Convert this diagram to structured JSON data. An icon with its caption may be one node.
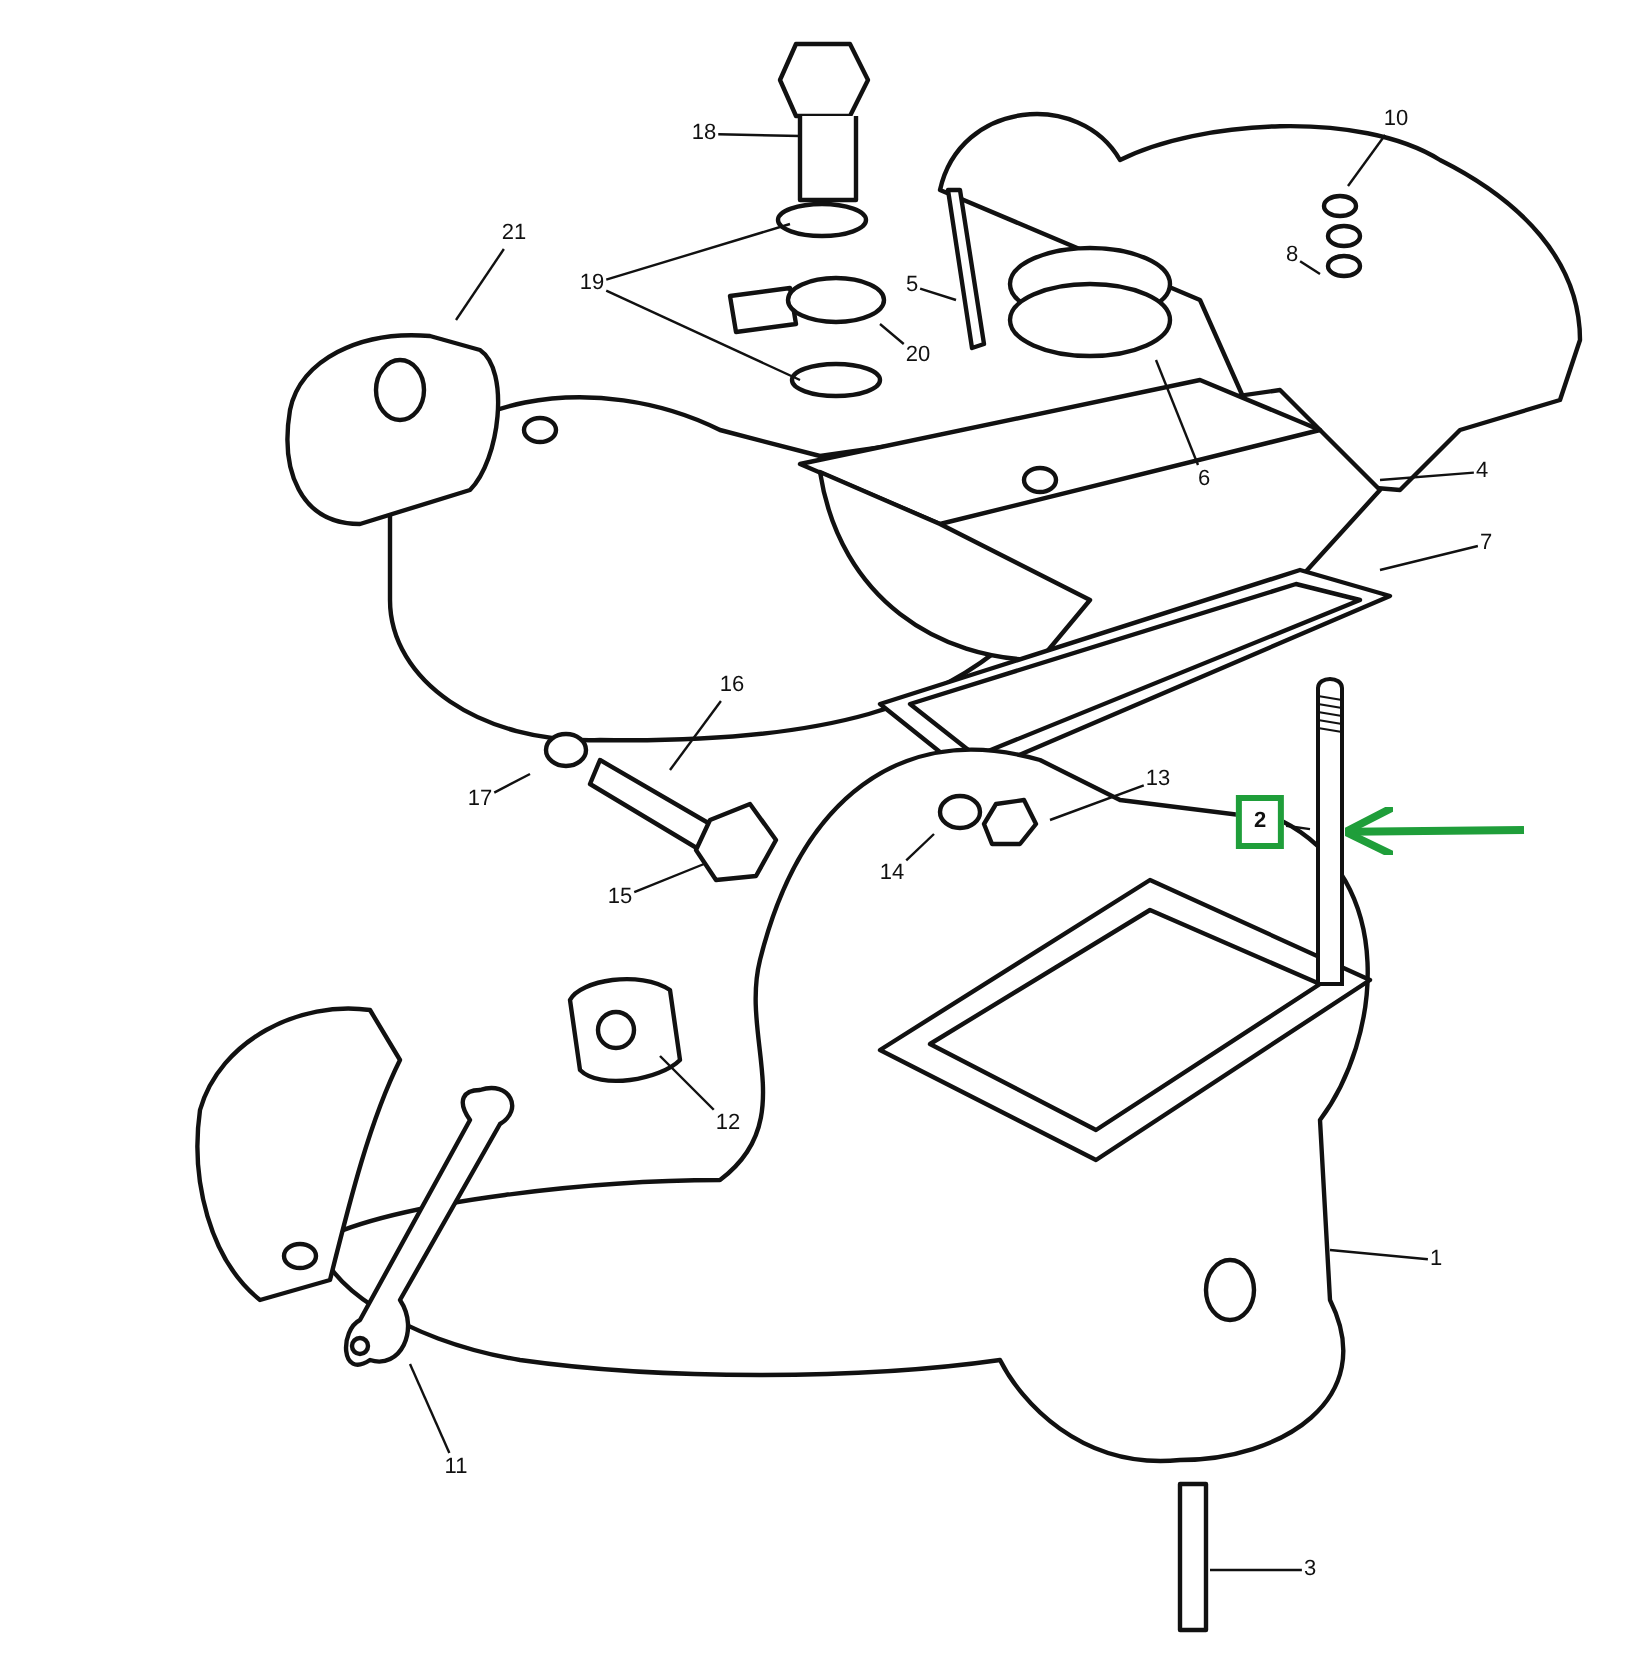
{
  "diagram": {
    "nodes": [
      {
        "text": [
          "18"
        ]
      },
      {
        "text": [
          "10"
        ]
      },
      {
        "text": [
          "21"
        ]
      },
      {
        "text": [
          "19"
        ]
      },
      {
        "text": [
          "5"
        ]
      },
      {
        "text": [
          "8"
        ]
      },
      {
        "text": [
          "20"
        ]
      },
      {
        "text": [
          "6"
        ]
      },
      {
        "text": [
          "4"
        ]
      },
      {
        "text": [
          "7"
        ]
      },
      {
        "text": [
          "16"
        ]
      },
      {
        "text": [
          "13"
        ]
      },
      {
        "text": [
          "2"
        ]
      },
      {
        "text": [
          "17"
        ]
      },
      {
        "text": [
          "14"
        ]
      },
      {
        "text": [
          "15"
        ]
      },
      {
        "text": [
          "12"
        ]
      },
      {
        "text": [
          "1"
        ]
      },
      {
        "text": [
          "11"
        ]
      },
      {
        "text": [
          "3"
        ]
      },
      {
        "text": [],
        "shape": "picture"
      }
    ],
    "edges": [
      {
        "from": 0,
        "to": null,
        "arrow": "none"
      },
      {
        "from": 1,
        "to": null,
        "arrow": "none"
      },
      {
        "from": 2,
        "to": null,
        "arrow": "none"
      },
      {
        "from": 3,
        "to": null,
        "arrow": "none"
      },
      {
        "from": 3,
        "to": null,
        "arrow": "none"
      },
      {
        "from": 4,
        "to": null,
        "arrow": "none"
      },
      {
        "from": 5,
        "to": null,
        "arrow": "none"
      },
      {
        "from": 6,
        "to": null,
        "arrow": "none"
      },
      {
        "from": 7,
        "to": null,
        "arrow": "none"
      },
      {
        "from": 8,
        "to": null,
        "arrow": "none"
      },
      {
        "from": 9,
        "to": null,
        "arrow": "none"
      },
      {
        "from": 10,
        "to": null,
        "arrow": "none"
      },
      {
        "from": 11,
        "to": null,
        "arrow": "none"
      },
      {
        "from": 12,
        "to": 20,
        "arrow": "none"
      },
      {
        "from": 13,
        "to": null,
        "arrow": "none"
      },
      {
        "from": 14,
        "to": null,
        "arrow": "none"
      },
      {
        "from": 15,
        "to": null,
        "arrow": "none"
      },
      {
        "from": 16,
        "to": null,
        "arrow": "none"
      },
      {
        "from": 17,
        "to": null,
        "arrow": "none"
      },
      {
        "from": 18,
        "to": null,
        "arrow": "none"
      },
      {
        "from": 19,
        "to": null,
        "arrow": "none"
      },
      {
        "from": null,
        "to": 20,
        "arrow": "to",
        "style": "thick",
        "color": "#1f9e3a"
      }
    ]
  }
}
